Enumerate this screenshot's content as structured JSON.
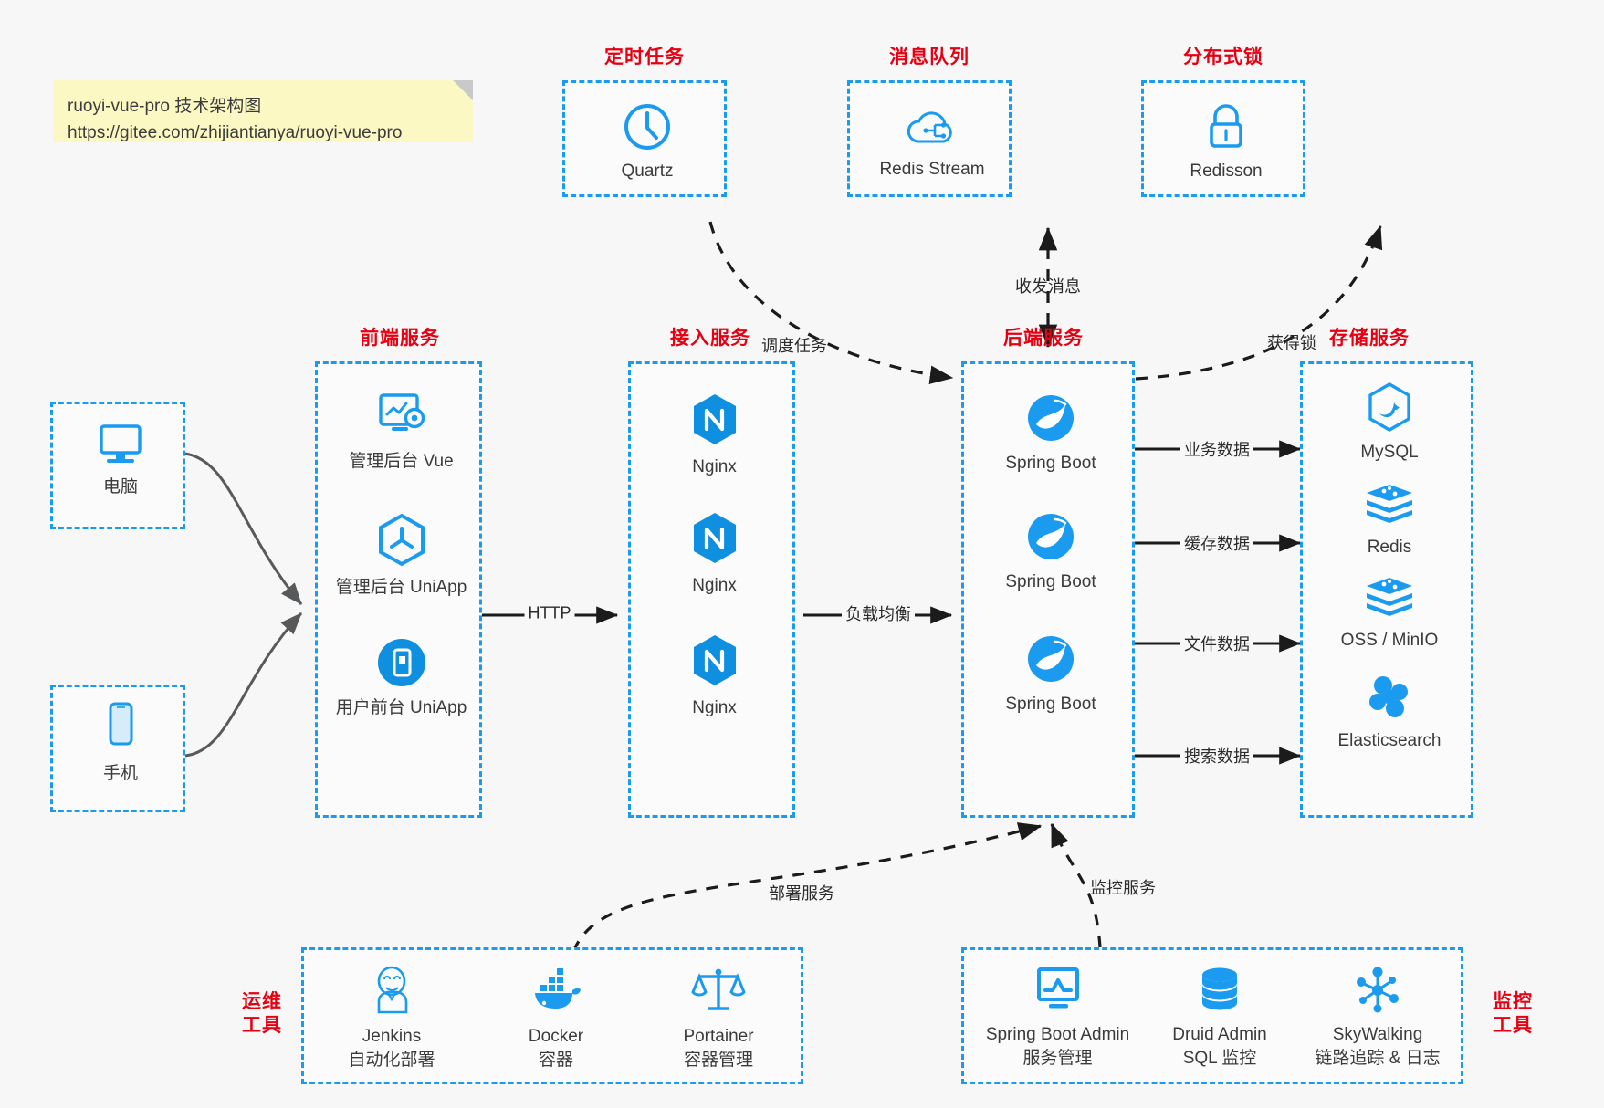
{
  "note": {
    "line1": "ruoyi-vue-pro 技术架构图",
    "line2": "https://gitee.com/zhijiantianya/ruoyi-vue-pro"
  },
  "groups": {
    "scheduler": "定时任务",
    "mq": "消息队列",
    "lock": "分布式锁",
    "frontend": "前端服务",
    "gateway": "接入服务",
    "backend": "后端服务",
    "storage": "存储服务",
    "devops_line1": "运维",
    "devops_line2": "工具",
    "monitor_line1": "监控",
    "monitor_line2": "工具"
  },
  "clients": [
    {
      "label": "电脑",
      "icon": "desktop-icon"
    },
    {
      "label": "手机",
      "icon": "mobile-icon"
    }
  ],
  "scheduler_nodes": [
    {
      "label": "Quartz",
      "icon": "clock-icon"
    }
  ],
  "mq_nodes": [
    {
      "label": "Redis Stream",
      "icon": "cloud-stream-icon"
    }
  ],
  "lock_nodes": [
    {
      "label": "Redisson",
      "icon": "lock-icon"
    }
  ],
  "frontend_nodes": [
    {
      "label": "管理后台 Vue",
      "icon": "dashboard-gear-icon"
    },
    {
      "label": "管理后台 UniApp",
      "icon": "cube-icon"
    },
    {
      "label": "用户前台 UniApp",
      "icon": "app-window-icon"
    }
  ],
  "gateway_nodes": [
    {
      "label": "Nginx",
      "icon": "nginx-icon"
    },
    {
      "label": "Nginx",
      "icon": "nginx-icon"
    },
    {
      "label": "Nginx",
      "icon": "nginx-icon"
    }
  ],
  "backend_nodes": [
    {
      "label": "Spring Boot",
      "icon": "spring-boot-icon"
    },
    {
      "label": "Spring Boot",
      "icon": "spring-boot-icon"
    },
    {
      "label": "Spring Boot",
      "icon": "spring-boot-icon"
    }
  ],
  "storage_nodes": [
    {
      "label": "MySQL",
      "icon": "mysql-icon"
    },
    {
      "label": "Redis",
      "icon": "redis-icon"
    },
    {
      "label": "OSS / MinIO",
      "icon": "oss-icon"
    },
    {
      "label": "Elasticsearch",
      "icon": "elasticsearch-icon"
    }
  ],
  "devops_nodes": [
    {
      "label": "Jenkins",
      "sub": "自动化部署",
      "icon": "jenkins-icon"
    },
    {
      "label": "Docker",
      "sub": "容器",
      "icon": "docker-icon"
    },
    {
      "label": "Portainer",
      "sub": "容器管理",
      "icon": "scales-icon"
    }
  ],
  "monitor_nodes": [
    {
      "label": "Spring Boot Admin",
      "sub": "服务管理",
      "icon": "monitor-chart-icon"
    },
    {
      "label": "Druid Admin",
      "sub": "SQL 监控",
      "icon": "database-icon"
    },
    {
      "label": "SkyWalking",
      "sub": "链路追踪 & 日志",
      "icon": "skywalking-icon"
    }
  ],
  "edge_labels": {
    "http": "HTTP",
    "load_balance": "负载均衡",
    "schedule_task": "调度任务",
    "send_receive": "收发消息",
    "acquire_lock": "获得锁",
    "business_data": "业务数据",
    "cache_data": "缓存数据",
    "file_data": "文件数据",
    "search_data": "搜索数据",
    "deploy_service": "部署服务",
    "monitor_service": "监控服务"
  },
  "colors": {
    "accent_blue": "#1a9bf0",
    "title_red": "#e60012",
    "note_yellow": "#fcf8c4",
    "edge_gray": "#58595b",
    "bg": "#f7f7f7"
  }
}
